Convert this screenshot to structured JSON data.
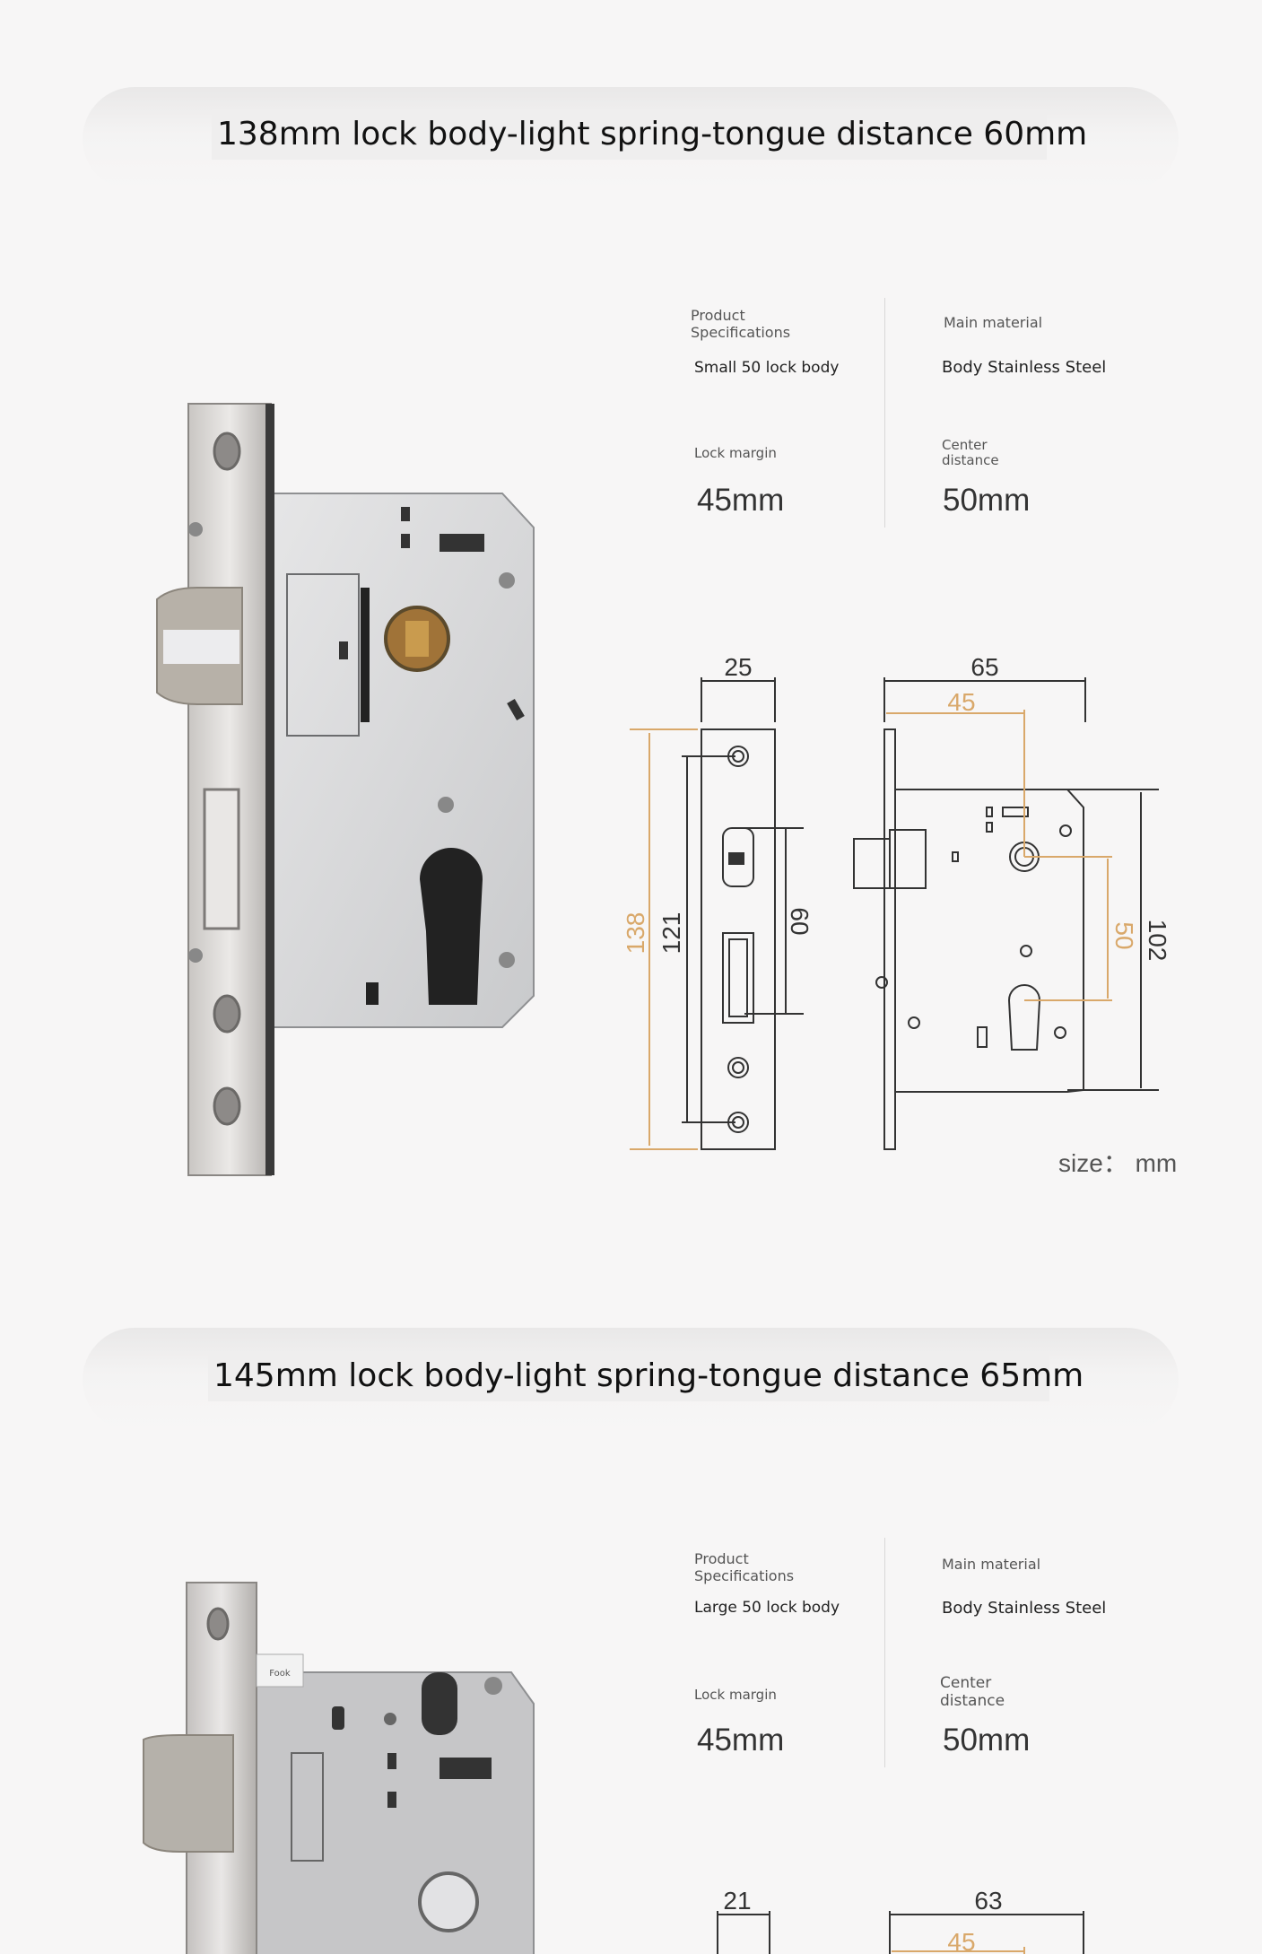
{
  "sections": [
    {
      "title": "138mm lock body-light spring-tongue distance 60mm",
      "spec_labels": {
        "product_specifications": "Product\nSpecifications",
        "main_material": "Main material",
        "lock_margin": "Lock margin",
        "center_distance": "Center\ndistance"
      },
      "product_specifications": "Small 50 lock body",
      "main_material": "Body Stainless Steel",
      "lock_margin": "45mm",
      "center_distance": "50mm",
      "diagram": {
        "faceplate_width": "25",
        "body_width": "65",
        "backset": "45",
        "total_height": "138",
        "hole_spacing": "121",
        "tongue_distance": "60",
        "center_distance": "50",
        "body_height": "102"
      },
      "size_note": "size： mm"
    },
    {
      "title": "145mm lock body-light spring-tongue distance 65mm",
      "spec_labels": {
        "product_specifications": "Product\nSpecifications",
        "main_material": "Main material",
        "lock_margin": "Lock margin",
        "center_distance": "Center\ndistance"
      },
      "product_specifications": "Large 50 lock body",
      "main_material": "Body Stainless Steel",
      "lock_margin": "45mm",
      "center_distance": "50mm",
      "product_sticker": "Fook",
      "diagram": {
        "faceplate_width": "21",
        "body_width": "63",
        "backset": "45"
      }
    }
  ],
  "colors": {
    "background": "#f7f6f6",
    "dimension_gold": "#d9a86a",
    "dimension_dark": "#333333"
  }
}
